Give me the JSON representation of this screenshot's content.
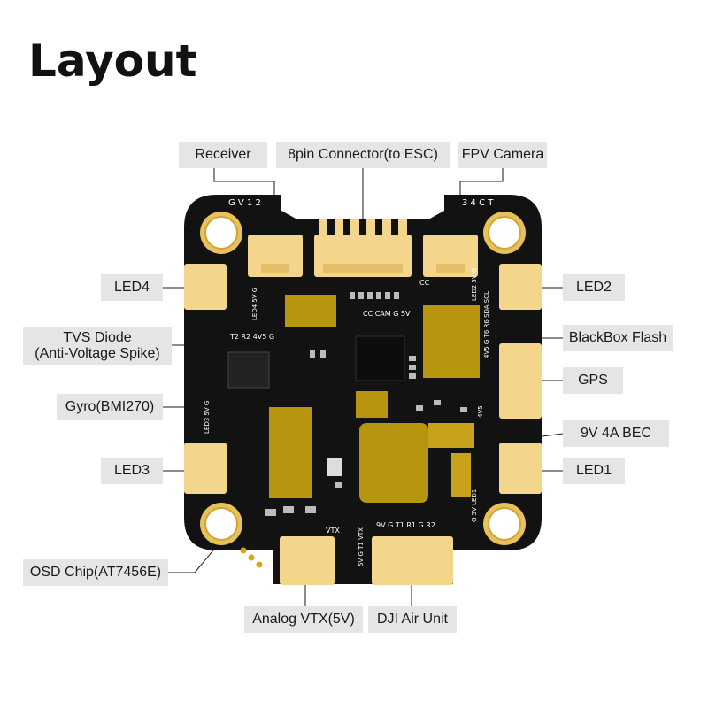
{
  "title": "Layout",
  "labels": {
    "receiver": "Receiver",
    "esc_connector": "8pin Connector(to ESC)",
    "fpv_camera": "FPV Camera",
    "led4": "LED4",
    "led2": "LED2",
    "tvs_diode_line1": "TVS Diode",
    "tvs_diode_line2": "(Anti-Voltage Spike)",
    "blackbox_flash": "BlackBox Flash",
    "gps": "GPS",
    "gyro": "Gyro(BMI270)",
    "bec": "9V 4A BEC",
    "led3": "LED3",
    "led1": "LED1",
    "osd_chip": "OSD Chip(AT7456E)",
    "analog_vtx": "Analog VTX(5V)",
    "dji_air_unit": "DJI Air Unit"
  },
  "silkscreen": {
    "top_left": "G V 1 2",
    "top_right": "3 4 C T",
    "led4_pads": "LED4 5V G",
    "uart_pads": "T2 R2 4V5 G",
    "cam_pads": "CC CAM G 5V",
    "cc": "CC",
    "led2_pads": "LED2 5V G",
    "gps_pads": "4V5 G T6 R6 SDA SCL",
    "gps_pads2": "4V5",
    "led3_pads": "LED3 5V G",
    "vtx": "VTX",
    "vtx_pads": "5V G T1 VTX",
    "dji_pads": "9V G T1 R1 G R2",
    "led1_pads": "G 5V LED1"
  },
  "colors": {
    "board": "#121212",
    "connector": "#f4d58c",
    "chip_gold": "#b8950e",
    "pad_gold": "#d9a41c",
    "callout_bg": "#e5e5e5",
    "silkscreen": "#ffffff"
  }
}
